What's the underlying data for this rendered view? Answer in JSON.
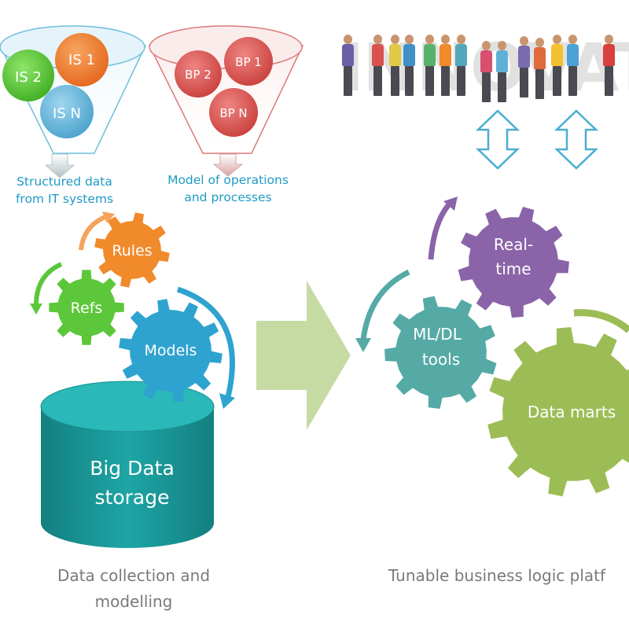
{
  "funnels": {
    "systems": {
      "balls": [
        "IS 2",
        "IS 1",
        "IS N"
      ],
      "caption": [
        "Structured data",
        "from IT systems"
      ]
    },
    "processes": {
      "balls": [
        "BP 2",
        "BP 1",
        "BP N"
      ],
      "caption": [
        "Model of operations",
        "and processes"
      ]
    }
  },
  "left_gears": {
    "rules": "Rules",
    "refs": "Refs",
    "models": "Models"
  },
  "storage": {
    "label": [
      "Big Data",
      "storage"
    ]
  },
  "right_gears": {
    "realtime": [
      "Real-",
      "time"
    ],
    "ml": [
      "ML/DL",
      "tools"
    ],
    "marts": "Data marts"
  },
  "innovation_word": "INNOVAT",
  "captions": {
    "left": [
      "Data collection and",
      "modelling"
    ],
    "right": "Tunable business logic platf"
  },
  "colors": {
    "is2": "#5fcb3c",
    "is1": "#f07d2e",
    "isn": "#5fb3d8",
    "bp": "#d9534f",
    "rules": "#f08a2b",
    "refs": "#5cc73b",
    "models": "#2fa3cf",
    "storage": "#1b9a9a",
    "big_arrow": "#c6dba4",
    "realtime": "#8a63a8",
    "ml": "#55aaa6",
    "marts": "#9cbd55",
    "blue_text": "#1f9bc6",
    "gray_text": "#7a7a7a"
  }
}
